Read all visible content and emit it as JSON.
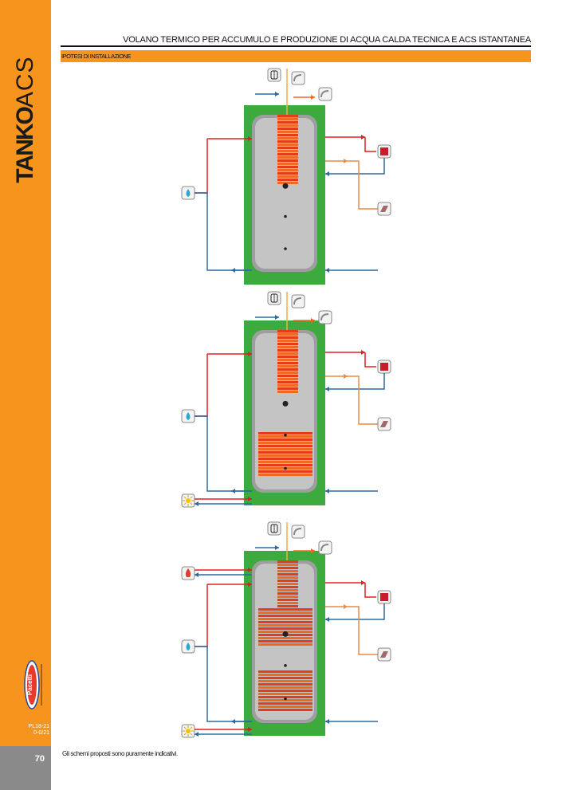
{
  "sidebar": {
    "brand_bold": "TANKO",
    "brand_light": "ACS",
    "logo_name": "Pacetti",
    "doc_code": "PL18-21\n0-0/21",
    "page_number": "70"
  },
  "header": {
    "title": "VOLANO TERMICO PER ACCUMULO E PRODUZIONE DI ACQUA CALDA TECNICA E ACS ISTANTANEA",
    "section": "IPOTESI DI INSTALLAZIONE"
  },
  "diagrams": [
    {
      "icon_left": [
        "water-drop-icon"
      ],
      "icon_right": [
        "radiator-icon",
        "floor-heating-icon"
      ],
      "coils": 0,
      "solar": false
    },
    {
      "icon_left": [
        "water-drop-icon",
        "sun-icon"
      ],
      "icon_right": [
        "radiator-icon",
        "floor-heating-icon"
      ],
      "coils": 1,
      "solar": true
    },
    {
      "icon_left": [
        "flame-icon",
        "water-drop-icon",
        "sun-icon"
      ],
      "icon_right": [
        "radiator-icon",
        "floor-heating-icon"
      ],
      "coils": 2,
      "solar": true
    }
  ],
  "colors": {
    "accent": "#f7941d",
    "jacket": "#3daa3d",
    "hot": "#e02020",
    "cold": "#2c6aa0",
    "coil": "#ef6a20"
  },
  "footer": {
    "note": "Gli schemi proposti sono puramente indicativi."
  }
}
